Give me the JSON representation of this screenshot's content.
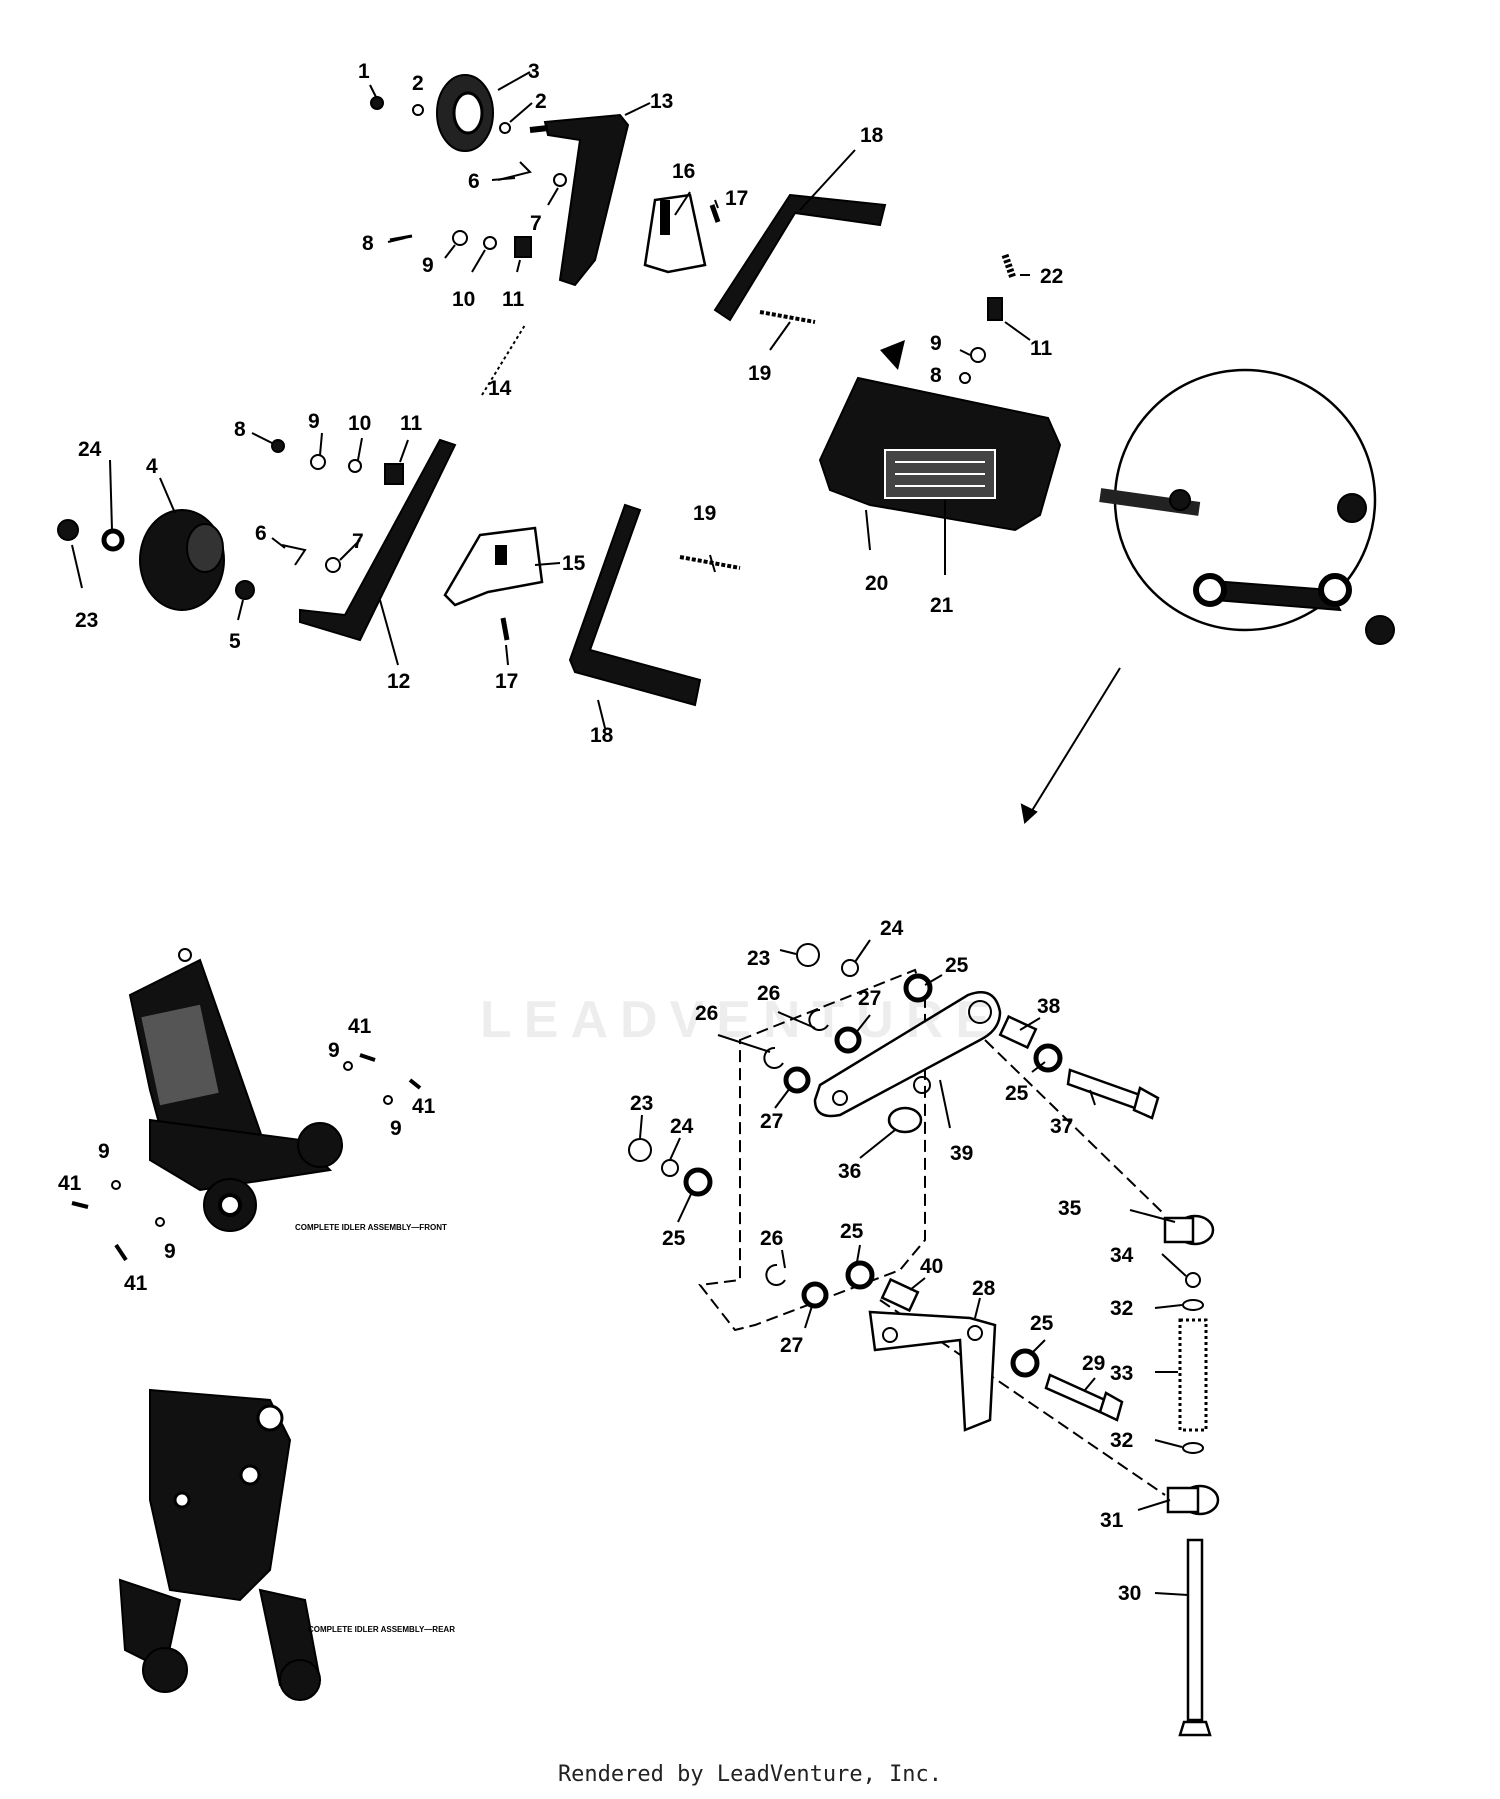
{
  "callouts": [
    "1",
    "2",
    "3",
    "4",
    "5",
    "6",
    "7",
    "8",
    "9",
    "10",
    "11",
    "12",
    "13",
    "14",
    "15",
    "16",
    "17",
    "18",
    "19",
    "20",
    "21",
    "22",
    "23",
    "24",
    "25",
    "26",
    "27",
    "28",
    "29",
    "30",
    "31",
    "32",
    "33",
    "34",
    "35",
    "36",
    "37",
    "38",
    "39",
    "40",
    "41"
  ],
  "captions": {
    "front": "COMPLETE IDLER ASSEMBLY—FRONT",
    "rear": "COMPLETE IDLER ASSEMBLY—REAR"
  },
  "watermark": "LEADVENTURE",
  "footer": "Rendered by LeadVenture, Inc."
}
